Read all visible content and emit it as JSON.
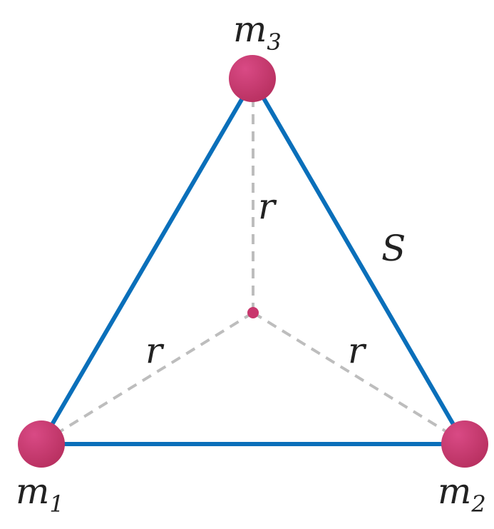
{
  "labels": {
    "mass_top": {
      "symbol": "m",
      "subscript": "3"
    },
    "mass_left": {
      "symbol": "m",
      "subscript": "1"
    },
    "mass_right": {
      "symbol": "m",
      "subscript": "2"
    },
    "side_length": "S",
    "radius_vertical": "r",
    "radius_left": "r",
    "radius_right": "r"
  },
  "colors": {
    "triangle_edge": "#0a6fba",
    "mass": "#c8376d",
    "radius_line": "#bdbdbd",
    "center_point": "#c8376d",
    "text": "#222222"
  }
}
